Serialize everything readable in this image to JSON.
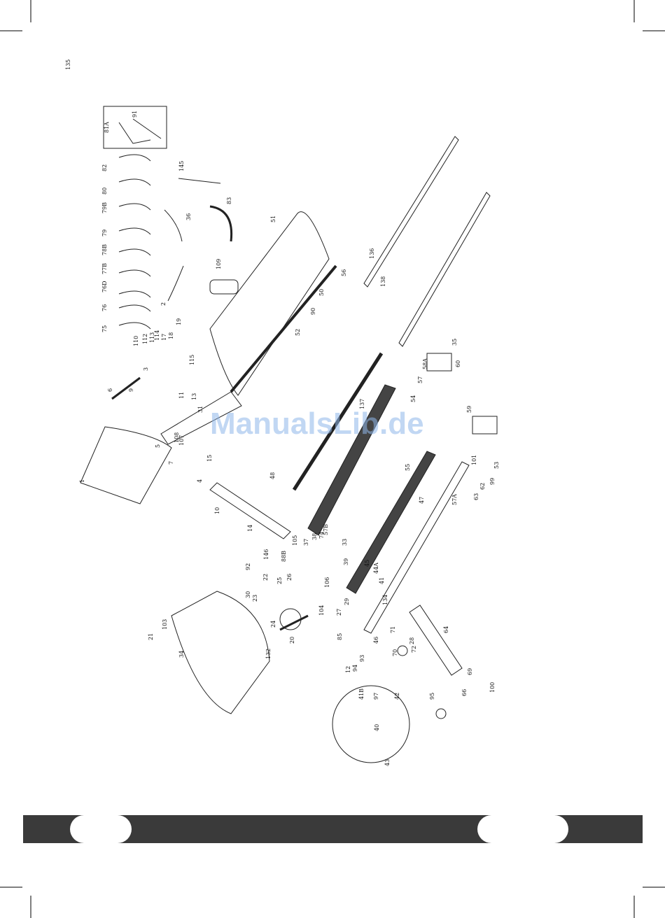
{
  "watermark": "ManualsLib.de",
  "part_labels": [
    "1",
    "2",
    "3",
    "4",
    "5",
    "6",
    "7",
    "9",
    "10",
    "11",
    "12",
    "13",
    "14",
    "15",
    "17",
    "18",
    "19",
    "20",
    "21",
    "22",
    "23",
    "24",
    "25",
    "26",
    "27",
    "28",
    "29",
    "30",
    "31",
    "33",
    "34",
    "35",
    "36",
    "37",
    "38",
    "39",
    "40",
    "41",
    "41B",
    "42",
    "43",
    "44A",
    "45",
    "46",
    "47",
    "48",
    "50",
    "51",
    "52",
    "53",
    "54",
    "55",
    "56",
    "57",
    "57A",
    "57B",
    "58A",
    "59",
    "60",
    "62",
    "63",
    "64",
    "66",
    "69",
    "70",
    "71",
    "72",
    "74",
    "75",
    "76",
    "76D",
    "77B",
    "78B",
    "79",
    "79B",
    "80",
    "81A",
    "82",
    "83",
    "85",
    "88B",
    "90",
    "91",
    "92",
    "93",
    "94",
    "95",
    "97",
    "99",
    "100",
    "101",
    "103",
    "104",
    "105",
    "106",
    "107",
    "108",
    "109",
    "110",
    "112",
    "113",
    "114",
    "115",
    "132",
    "134",
    "135",
    "136",
    "137",
    "138",
    "145",
    "146"
  ],
  "colors": {
    "footer_bar": "#3a3a3a",
    "watermark": "#8fb7ea",
    "ink": "#111111"
  }
}
